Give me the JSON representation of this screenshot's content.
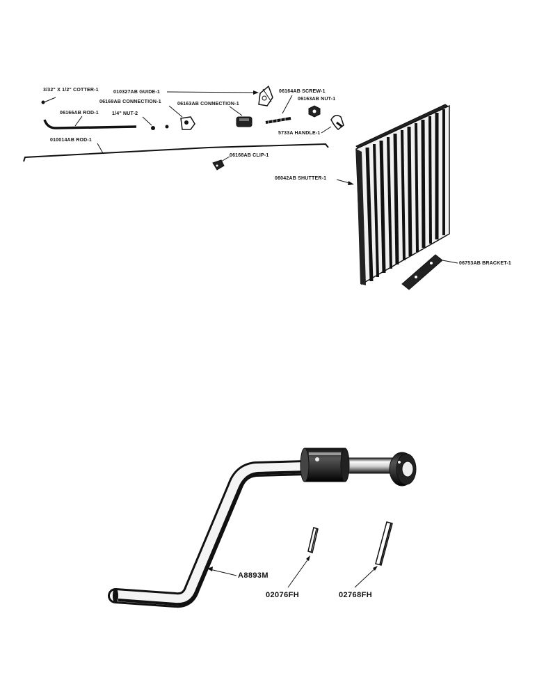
{
  "figure_top": {
    "labels": {
      "cotter": "3/32\" X 1/2\" COTTER-1",
      "guide": "010327AB GUIDE-1",
      "screw": "06164AB SCREW-1",
      "nut_1": "06163AB NUT-1",
      "connection_a": "06169AB CONNECTION-1",
      "connection_b": "06163AB CONNECTION-1",
      "nut_2": "1/4\" NUT-2",
      "rod_short": "06166AB ROD-1",
      "handle": "5733A HANDLE-1",
      "rod_long": "010014AB ROD-1",
      "clip": "06168AB CLIP-1",
      "shutter": "06042AB SHUTTER-1",
      "bracket": "06753AB BRACKET-1"
    }
  },
  "figure_bottom": {
    "labels": {
      "crank": "A8893M",
      "pin_a": "02076FH",
      "pin_b": "02768FH"
    }
  }
}
